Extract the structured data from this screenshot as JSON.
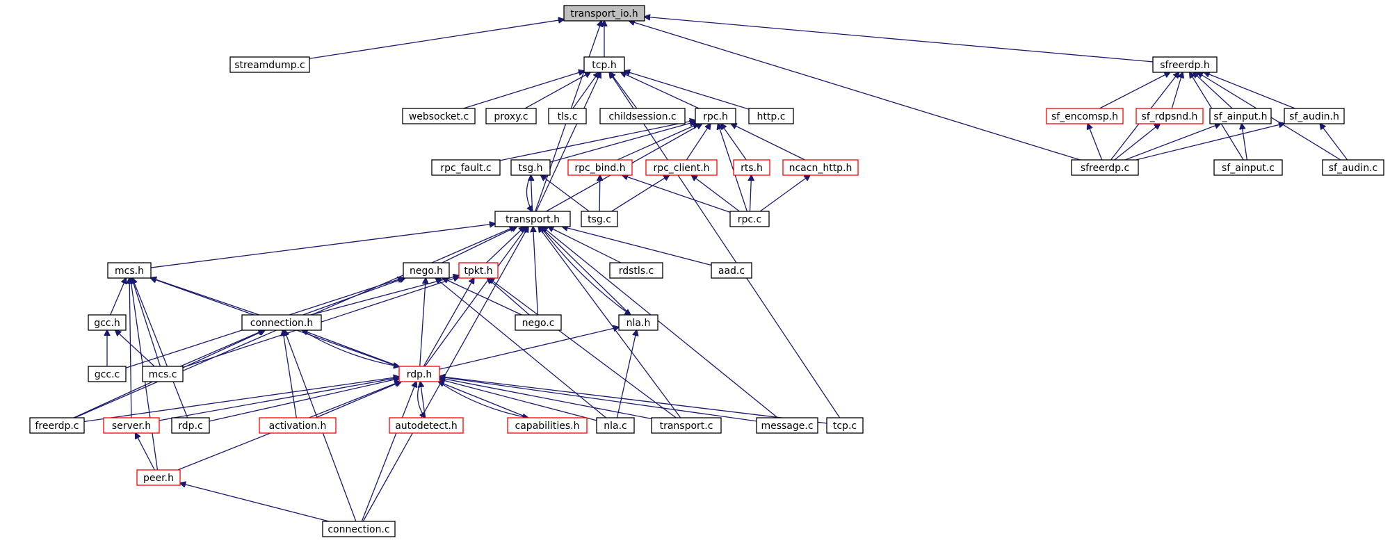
{
  "colors": {
    "edge": "#191970",
    "node_border": "#000000",
    "node_border_incomplete": "#ff0000",
    "root_fill": "#bfbfbf",
    "node_fill": "#ffffff"
  },
  "nodes": [
    {
      "id": "transport_io_h",
      "label": "transport_io.h",
      "root": true
    },
    {
      "id": "streamdump_c",
      "label": "streamdump.c"
    },
    {
      "id": "tcp_h",
      "label": "tcp.h"
    },
    {
      "id": "sfreerdp_h",
      "label": "sfreerdp.h"
    },
    {
      "id": "websocket_c",
      "label": "websocket.c"
    },
    {
      "id": "proxy_c",
      "label": "proxy.c"
    },
    {
      "id": "tls_c",
      "label": "tls.c"
    },
    {
      "id": "childsession_c",
      "label": "childsession.c"
    },
    {
      "id": "rpc_h",
      "label": "rpc.h"
    },
    {
      "id": "http_c",
      "label": "http.c"
    },
    {
      "id": "sf_encomsp_h",
      "label": "sf_encomsp.h",
      "incomplete": true
    },
    {
      "id": "sf_rdpsnd_h",
      "label": "sf_rdpsnd.h",
      "incomplete": true
    },
    {
      "id": "sf_ainput_h",
      "label": "sf_ainput.h"
    },
    {
      "id": "sf_audin_h",
      "label": "sf_audin.h"
    },
    {
      "id": "rpc_fault_c",
      "label": "rpc_fault.c"
    },
    {
      "id": "tsg_h",
      "label": "tsg.h"
    },
    {
      "id": "rpc_bind_h",
      "label": "rpc_bind.h",
      "incomplete": true
    },
    {
      "id": "rpc_client_h",
      "label": "rpc_client.h",
      "incomplete": true
    },
    {
      "id": "rts_h",
      "label": "rts.h",
      "incomplete": true
    },
    {
      "id": "ncacn_http_h",
      "label": "ncacn_http.h",
      "incomplete": true
    },
    {
      "id": "sfreerdp_c",
      "label": "sfreerdp.c"
    },
    {
      "id": "sf_ainput_c",
      "label": "sf_ainput.c"
    },
    {
      "id": "sf_audin_c",
      "label": "sf_audin.c"
    },
    {
      "id": "transport_h",
      "label": "transport.h"
    },
    {
      "id": "tsg_c",
      "label": "tsg.c"
    },
    {
      "id": "rpc_c",
      "label": "rpc.c"
    },
    {
      "id": "mcs_h",
      "label": "mcs.h"
    },
    {
      "id": "nego_h",
      "label": "nego.h"
    },
    {
      "id": "tpkt_h",
      "label": "tpkt.h",
      "incomplete": true
    },
    {
      "id": "rdstls_c",
      "label": "rdstls.c"
    },
    {
      "id": "aad_c",
      "label": "aad.c"
    },
    {
      "id": "gcc_h",
      "label": "gcc.h"
    },
    {
      "id": "connection_h",
      "label": "connection.h"
    },
    {
      "id": "nego_c",
      "label": "nego.c"
    },
    {
      "id": "nla_h",
      "label": "nla.h"
    },
    {
      "id": "gcc_c",
      "label": "gcc.c"
    },
    {
      "id": "mcs_c",
      "label": "mcs.c"
    },
    {
      "id": "rdp_h",
      "label": "rdp.h",
      "incomplete": true
    },
    {
      "id": "freerdp_c",
      "label": "freerdp.c"
    },
    {
      "id": "server_h",
      "label": "server.h",
      "incomplete": true
    },
    {
      "id": "rdp_c",
      "label": "rdp.c"
    },
    {
      "id": "activation_h",
      "label": "activation.h",
      "incomplete": true
    },
    {
      "id": "autodetect_h",
      "label": "autodetect.h",
      "incomplete": true
    },
    {
      "id": "capabilities_h",
      "label": "capabilities.h",
      "incomplete": true
    },
    {
      "id": "nla_c",
      "label": "nla.c"
    },
    {
      "id": "transport_c",
      "label": "transport.c"
    },
    {
      "id": "message_c",
      "label": "message.c"
    },
    {
      "id": "tcp_c",
      "label": "tcp.c"
    },
    {
      "id": "peer_h",
      "label": "peer.h",
      "incomplete": true
    },
    {
      "id": "connection_c",
      "label": "connection.c"
    }
  ],
  "edges": [
    [
      "streamdump_c",
      "transport_io_h"
    ],
    [
      "tcp_h",
      "transport_io_h"
    ],
    [
      "sfreerdp_h",
      "transport_io_h"
    ],
    [
      "transport_h",
      "transport_io_h"
    ],
    [
      "sfreerdp_c",
      "transport_io_h"
    ],
    [
      "websocket_c",
      "tcp_h"
    ],
    [
      "proxy_c",
      "tcp_h"
    ],
    [
      "tls_c",
      "tcp_h"
    ],
    [
      "childsession_c",
      "tcp_h"
    ],
    [
      "rpc_h",
      "tcp_h"
    ],
    [
      "http_c",
      "tcp_h"
    ],
    [
      "transport_h",
      "tcp_h"
    ],
    [
      "tcp_c",
      "tcp_h"
    ],
    [
      "sf_encomsp_h",
      "sfreerdp_h"
    ],
    [
      "sf_rdpsnd_h",
      "sfreerdp_h"
    ],
    [
      "sf_ainput_h",
      "sfreerdp_h"
    ],
    [
      "sf_audin_h",
      "sfreerdp_h"
    ],
    [
      "sfreerdp_c",
      "sfreerdp_h"
    ],
    [
      "sf_ainput_c",
      "sfreerdp_h"
    ],
    [
      "sf_audin_c",
      "sfreerdp_h"
    ],
    [
      "sfreerdp_c",
      "sf_encomsp_h"
    ],
    [
      "sfreerdp_c",
      "sf_rdpsnd_h"
    ],
    [
      "sfreerdp_c",
      "sf_ainput_h"
    ],
    [
      "sf_ainput_c",
      "sf_ainput_h"
    ],
    [
      "sfreerdp_c",
      "sf_audin_h"
    ],
    [
      "sf_audin_c",
      "sf_audin_h"
    ],
    [
      "rpc_fault_c",
      "rpc_h"
    ],
    [
      "tsg_h",
      "rpc_h"
    ],
    [
      "rpc_bind_h",
      "rpc_h"
    ],
    [
      "rpc_client_h",
      "rpc_h"
    ],
    [
      "rts_h",
      "rpc_h"
    ],
    [
      "ncacn_http_h",
      "rpc_h"
    ],
    [
      "transport_h",
      "rpc_h"
    ],
    [
      "rpc_c",
      "rpc_h"
    ],
    [
      "transport_h",
      "tsg_h"
    ],
    [
      "tsg_c",
      "tsg_h"
    ],
    [
      "tsg_h",
      "transport_h"
    ],
    [
      "tsg_c",
      "rpc_bind_h"
    ],
    [
      "rpc_c",
      "rpc_bind_h"
    ],
    [
      "tsg_c",
      "rpc_client_h"
    ],
    [
      "rpc_c",
      "rpc_client_h"
    ],
    [
      "rpc_c",
      "rts_h"
    ],
    [
      "rpc_c",
      "ncacn_http_h"
    ],
    [
      "mcs_h",
      "transport_h"
    ],
    [
      "nego_h",
      "transport_h"
    ],
    [
      "tpkt_h",
      "transport_h"
    ],
    [
      "rdstls_c",
      "transport_h"
    ],
    [
      "aad_c",
      "transport_h"
    ],
    [
      "nego_c",
      "transport_h"
    ],
    [
      "nla_h",
      "transport_h"
    ],
    [
      "transport_h",
      "nla_h"
    ],
    [
      "rdp_h",
      "transport_h"
    ],
    [
      "freerdp_c",
      "transport_h"
    ],
    [
      "transport_c",
      "transport_h"
    ],
    [
      "message_c",
      "transport_h"
    ],
    [
      "connection_c",
      "transport_h"
    ],
    [
      "gcc_h",
      "mcs_h"
    ],
    [
      "mcs_c",
      "mcs_h"
    ],
    [
      "connection_h",
      "mcs_h"
    ],
    [
      "rdp_h",
      "mcs_h"
    ],
    [
      "server_h",
      "mcs_h"
    ],
    [
      "rdp_c",
      "mcs_h"
    ],
    [
      "peer_h",
      "mcs_h"
    ],
    [
      "gcc_c",
      "gcc_h"
    ],
    [
      "mcs_c",
      "gcc_h"
    ],
    [
      "connection_h",
      "nego_h"
    ],
    [
      "nego_c",
      "nego_h"
    ],
    [
      "rdp_h",
      "nego_h"
    ],
    [
      "gcc_c",
      "nego_h"
    ],
    [
      "nla_c",
      "nego_h"
    ],
    [
      "nego_c",
      "tpkt_h"
    ],
    [
      "rdp_h",
      "tpkt_h"
    ],
    [
      "mcs_c",
      "tpkt_h"
    ],
    [
      "connection_h",
      "tpkt_h"
    ],
    [
      "transport_c",
      "tpkt_h"
    ],
    [
      "rdp_h",
      "nla_h"
    ],
    [
      "nla_c",
      "nla_h"
    ],
    [
      "rdp_h",
      "connection_h"
    ],
    [
      "connection_h",
      "rdp_h"
    ],
    [
      "mcs_c",
      "connection_h"
    ],
    [
      "freerdp_c",
      "connection_h"
    ],
    [
      "activation_h",
      "connection_h"
    ],
    [
      "connection_c",
      "connection_h"
    ],
    [
      "freerdp_c",
      "rdp_h"
    ],
    [
      "server_h",
      "rdp_h"
    ],
    [
      "rdp_c",
      "rdp_h"
    ],
    [
      "activation_h",
      "rdp_h"
    ],
    [
      "autodetect_h",
      "rdp_h"
    ],
    [
      "rdp_h",
      "autodetect_h"
    ],
    [
      "capabilities_h",
      "rdp_h"
    ],
    [
      "rdp_h",
      "capabilities_h"
    ],
    [
      "nla_c",
      "rdp_h"
    ],
    [
      "transport_c",
      "rdp_h"
    ],
    [
      "message_c",
      "rdp_h"
    ],
    [
      "tcp_c",
      "rdp_h"
    ],
    [
      "peer_h",
      "rdp_h"
    ],
    [
      "connection_c",
      "rdp_h"
    ],
    [
      "peer_h",
      "server_h"
    ],
    [
      "connection_c",
      "peer_h"
    ]
  ]
}
